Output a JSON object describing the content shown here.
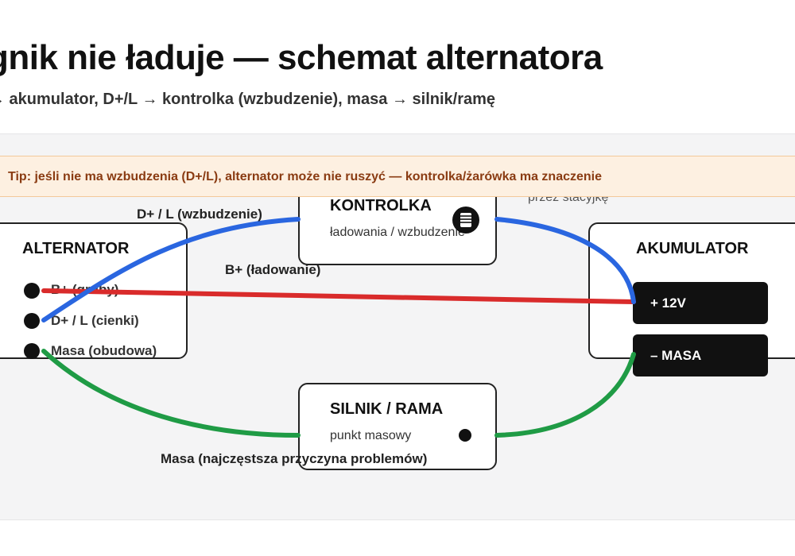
{
  "header": {
    "title": "ągnik nie ładuje — schemat alternatora",
    "subtitle": "→ akumulator, D+/L → kontrolka (wzbudzenie), masa → silnik/ramę"
  },
  "tip": {
    "text": "Tip: jeśli nie ma wzbudzenia (D+/L), alternator może nie ruszyć — kontrolka/żarówka ma znaczenie"
  },
  "alternator": {
    "title": "ALTERNATOR",
    "terminals": [
      "B+ (gruby)",
      "D+ / L (cienki)",
      "Masa (obudowa)"
    ]
  },
  "kontrolka": {
    "title": "KONTROLKA",
    "subtitle": "ładowania / wzbudzenie",
    "icon": "bulb-icon",
    "note": "przez stacyjkę"
  },
  "akumulator": {
    "title": "AKUMULATOR",
    "plus": "+ 12V",
    "minus": "– MASA"
  },
  "silnik": {
    "title": "SILNIK / RAMA",
    "subtitle": "punkt masowy"
  },
  "wires": {
    "d_label": "D+ / L (wzbudzenie)",
    "b_label": "B+ (ładowanie)",
    "mass_label": "Masa (najczęstsza przyczyna problemów)",
    "colors": {
      "b_plus": "#d92b2b",
      "d_plus": "#2a66e0",
      "mass": "#1f9b45"
    }
  }
}
